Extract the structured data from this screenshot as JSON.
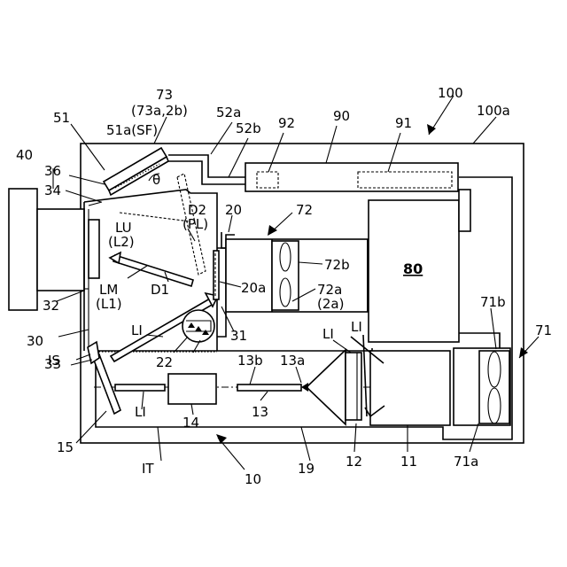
{
  "labels": {
    "l100": "100",
    "l100a": "100a",
    "l73": "73",
    "l73sub": "(73a,2b)",
    "l52a": "52a",
    "l52b": "52b",
    "l92": "92",
    "l90": "90",
    "l91": "91",
    "l51": "51",
    "l51a": "51a(SF)",
    "l40": "40",
    "l36": "36",
    "l34": "34",
    "theta": "θ",
    "l72": "72",
    "lD2": "D2",
    "lPL": "(PL)",
    "l20": "20",
    "lLU": "LU",
    "lL2": "(L2)",
    "l80": "80",
    "l72b": "72b",
    "lLM": "LM",
    "lL1": "(L1)",
    "lD1": "D1",
    "l20a": "20a",
    "l72a": "72a",
    "l2a": "(2a)",
    "l32": "32",
    "l71b": "71b",
    "l30": "30",
    "l31": "31",
    "lLI_a": "LI",
    "lLI_b": "LI",
    "lLI_c": "LI",
    "lLI_d": "LI",
    "l71": "71",
    "lIS": "IS",
    "l22": "22",
    "l13b": "13b",
    "l13a": "13a",
    "l33": "33",
    "l14": "14",
    "l15": "15",
    "l13": "13",
    "l12": "12",
    "l11": "11",
    "l71a": "71a",
    "lIT": "IT",
    "l10": "10",
    "l19": "19"
  }
}
